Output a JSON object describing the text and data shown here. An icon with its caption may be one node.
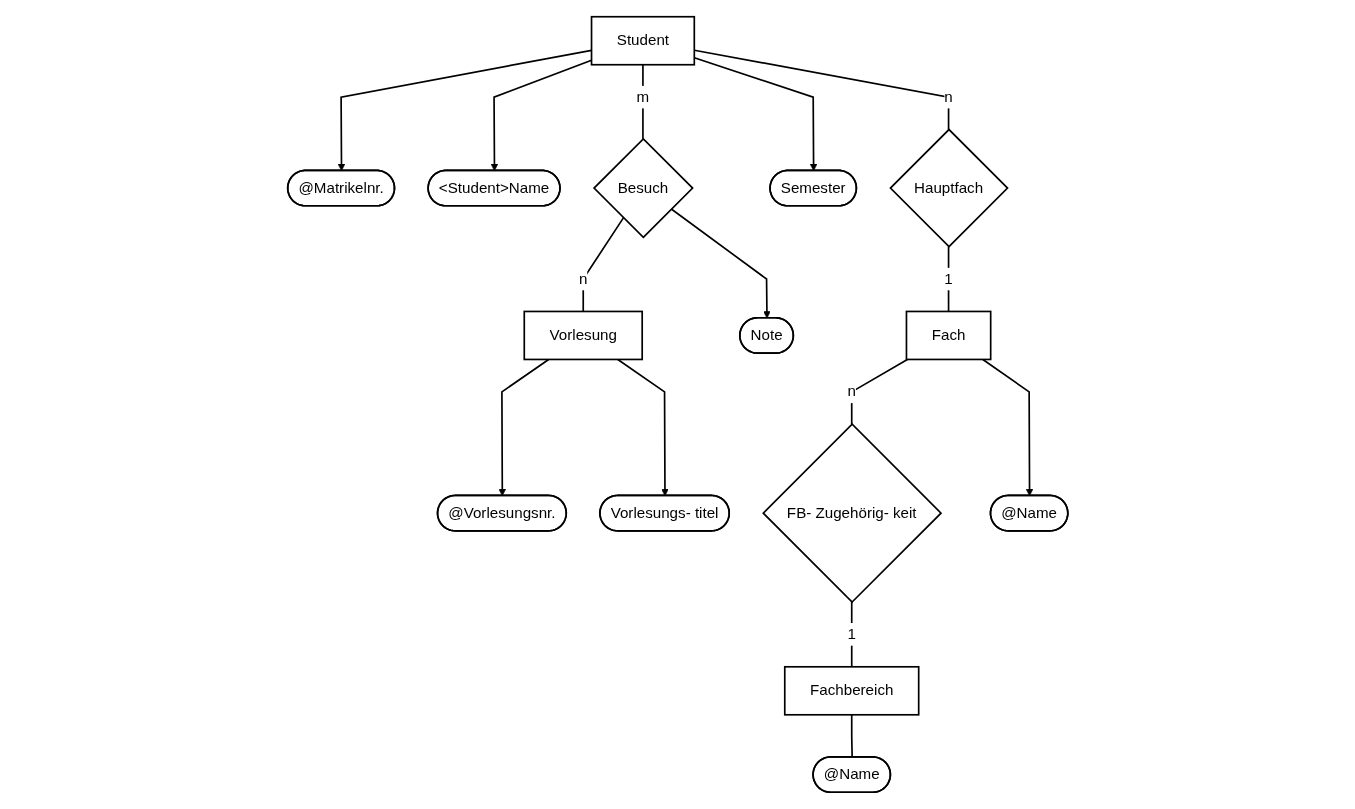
{
  "diagram": {
    "nodes": [
      {
        "text": [
          "@Matrikelnr."
        ]
      },
      {
        "text": [
          "<Student>Name"
        ]
      },
      {
        "text": [
          "Student"
        ]
      },
      {
        "text": [
          "Besuch"
        ]
      },
      {
        "text": [
          "Vorlesung"
        ]
      },
      {
        "text": [
          "@Vorlesungsnr."
        ]
      },
      {
        "text": [
          "Vorlesungs- titel"
        ]
      },
      {
        "text": [
          "Semester"
        ]
      },
      {
        "text": [
          "Note"
        ]
      },
      {
        "text": [
          "Hauptfach"
        ]
      },
      {
        "text": [
          "Fach"
        ]
      },
      {
        "text": [
          "FB- Zugehörig- keit"
        ]
      },
      {
        "text": [
          "Fachbereich"
        ]
      },
      {
        "text": [
          "@Name"
        ]
      },
      {
        "text": [
          "@Name"
        ]
      }
    ],
    "edges": [
      {
        "from": 2,
        "to": 0,
        "arrow": "to"
      },
      {
        "from": 2,
        "to": 1,
        "arrow": "to"
      },
      {
        "from": 2,
        "to": 3,
        "arrow": "none",
        "label": "m"
      },
      {
        "from": 3,
        "to": 4,
        "arrow": "none",
        "label": "n"
      },
      {
        "from": 4,
        "to": 5,
        "arrow": "to"
      },
      {
        "from": 4,
        "to": 6,
        "arrow": "to"
      },
      {
        "from": 2,
        "to": 7,
        "arrow": "to"
      },
      {
        "from": 3,
        "to": 8,
        "arrow": "to"
      },
      {
        "from": 2,
        "to": 9,
        "arrow": "none",
        "label": "n"
      },
      {
        "from": 9,
        "to": 10,
        "arrow": "none",
        "label": "1"
      },
      {
        "from": 10,
        "to": 11,
        "arrow": "none",
        "label": "n"
      },
      {
        "from": 11,
        "to": 12,
        "arrow": "none",
        "label": "1"
      },
      {
        "from": 10,
        "to": 13,
        "arrow": "to"
      },
      {
        "from": 12,
        "to": 14,
        "arrow": "none"
      }
    ]
  }
}
